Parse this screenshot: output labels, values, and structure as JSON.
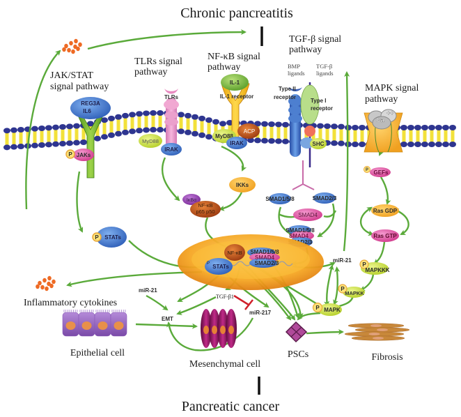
{
  "titles": {
    "top": "Chronic pancreatitis",
    "bottom": "Pancreatic cancer"
  },
  "pathways": {
    "jakstat": [
      "JAK/STAT",
      "signal pathway"
    ],
    "tlrs": [
      "TLRs signal",
      "pathway"
    ],
    "nfkb": [
      "NF-κB signal",
      "pathway"
    ],
    "tgfb": [
      "TGF-β signal",
      "pathway"
    ],
    "mapk": [
      "MAPK signal",
      "pathway"
    ]
  },
  "ligands": {
    "bmp": [
      "BMP",
      "ligands"
    ],
    "tgfb": [
      "TGF-β",
      "ligands"
    ]
  },
  "molecules": {
    "reg3a": "REG3A",
    "il6": "IL6",
    "jaks": "JAKs",
    "p": "P",
    "stats": "STATs",
    "tlrs": "TLRs",
    "myd88": "MyD88",
    "irak": "IRAK",
    "il1": "IL-1",
    "il1_receptor": "IL-1 receptor",
    "acp": "ACP",
    "ikks": "IKKs",
    "ikba": "IκBα",
    "nfkb_complex": [
      "NF-κB",
      "p65 p50"
    ],
    "nfkb": "NF-κB",
    "type2_receptor": [
      "Type II",
      "receptor"
    ],
    "type1_receptor": [
      "Type I",
      "receptor"
    ],
    "shc": "SHC",
    "smad158": "SMAD1/5/8",
    "smad23": "SMAD2/3",
    "smad4": "SMAD4",
    "ca": "Ca",
    "ca_charge": "++",
    "gefs": "GEFs",
    "ras_gdp": "Ras GDP",
    "ras_gtp": "Ras GTP",
    "mapkkk": "MAPKKK",
    "mapkk": "MAPKK",
    "mapk": "MAPK",
    "mir21": "miR-21",
    "mir217": "miR-217",
    "tgfb1": "TGF-β1",
    "emt": "EMT"
  },
  "cells": {
    "inflammatory": "Inflammatory cytokines",
    "epithelial": "Epithelial cell",
    "mesenchymal": "Mesenchymal cell",
    "pscs": "PSCs",
    "fibrosis": "Fibrosis"
  },
  "colors": {
    "arrow": "#5aaa3a",
    "membrane_head": "#2e3590",
    "membrane_tail": "#f2e13a",
    "nucleus": "#f5a623",
    "inhibit": "#d0202a",
    "cytokine_dots": "#ee6a24"
  }
}
